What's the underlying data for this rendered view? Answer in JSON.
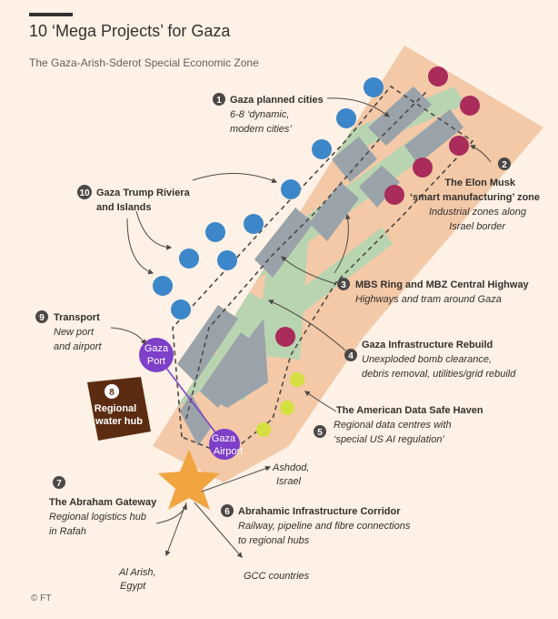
{
  "header": {
    "title": "10 ‘Mega Projects’ for Gaza",
    "subtitle": "The Gaza-Arish-Sderot Special Economic Zone"
  },
  "colors": {
    "strip": "#f3c9a8",
    "green_band": "#b9d4b0",
    "block": "#9aa3aa",
    "blue_city": "#3c87c9",
    "industrial": "#a92c5a",
    "data_haven": "#d3e040",
    "port": "#7e3fc9",
    "badge": "#4d4845",
    "star": "#f0a541",
    "water_hub": "#5c2c12"
  },
  "projects": [
    {
      "number": "1",
      "name": "Gaza planned cities",
      "desc": [
        "6-8 ‘dynamic,",
        "modern cities’"
      ]
    },
    {
      "number": "2",
      "name": "The Elon Musk",
      "name2": "‘smart manufacturing’ zone",
      "desc": [
        "Industrial zones along",
        "Israel border"
      ]
    },
    {
      "number": "3",
      "name": "MBS Ring and MBZ Central Highway",
      "desc": [
        "Highways and tram around Gaza"
      ]
    },
    {
      "number": "4",
      "name": "Gaza Infrastructure Rebuild",
      "desc": [
        "Unexploded bomb clearance,",
        "debris removal, utilities/grid rebuild"
      ]
    },
    {
      "number": "5",
      "name": "The American Data Safe Haven",
      "desc": [
        "Regional data centres with",
        "‘special US AI regulation’"
      ]
    },
    {
      "number": "6",
      "name": "Abrahamic Infrastructure Corridor",
      "desc": [
        "Railway, pipeline and fibre connections",
        "to regional hubs"
      ]
    },
    {
      "number": "7",
      "name": "The Abraham Gateway",
      "desc": [
        "Regional logistics hub",
        "in Rafah"
      ]
    },
    {
      "number": "8",
      "name": "Regional",
      "name2": "water hub"
    },
    {
      "number": "9",
      "name": "Transport",
      "desc": [
        "New port",
        "and airport"
      ]
    },
    {
      "number": "10",
      "name": "Gaza Trump Riviera",
      "name2": "and Islands"
    }
  ],
  "map_labels": {
    "port": [
      "Gaza",
      "Port"
    ],
    "airport": [
      "Gaza",
      "Airport"
    ],
    "ashdod": [
      "Ashdod,",
      "Israel"
    ],
    "arish": [
      "Al Arish,",
      "Egypt"
    ],
    "gcc": "GCC countries"
  },
  "footer": {
    "copyright": "© FT"
  }
}
